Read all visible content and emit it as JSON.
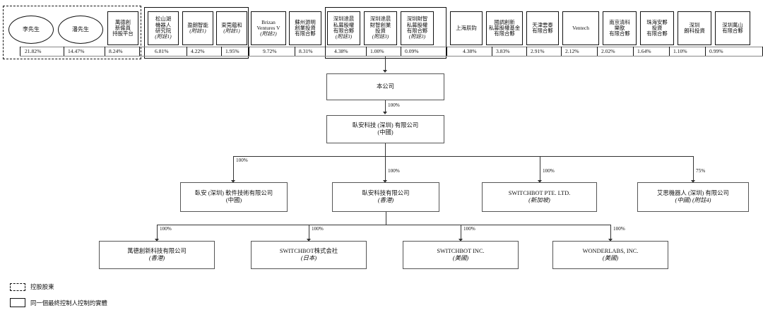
{
  "chart_data": {
    "type": "diagram",
    "title": "股權架構圖",
    "shareholders": [
      {
        "id": "li",
        "label": "李先生",
        "shape": "ellipse",
        "pct": "21.82%",
        "group": "controlling"
      },
      {
        "id": "pan",
        "label": "潘先生",
        "shape": "ellipse",
        "pct": "14.47%",
        "group": "controlling"
      },
      {
        "id": "esop",
        "lines": [
          "萬德創",
          "新僱員",
          "持股平台"
        ],
        "shape": "box",
        "pct": "8.24%",
        "group": "controlling"
      },
      {
        "id": "songshanhu",
        "lines": [
          "松山湖",
          "機器人",
          "研究院"
        ],
        "note": "(附註1)",
        "shape": "box",
        "pct": "6.81%",
        "group": "same-controller-a"
      },
      {
        "id": "yinglang",
        "lines": [
          "盈朗智能"
        ],
        "note": "(附註1)",
        "shape": "box",
        "pct": "4.22%",
        "group": "same-controller-a"
      },
      {
        "id": "dongguan",
        "lines": [
          "東莞蘊和"
        ],
        "note": "(附註1)",
        "shape": "box",
        "pct": "1.95%",
        "group": "same-controller-a"
      },
      {
        "id": "brizan",
        "lines": [
          "Brizan",
          "Ventures V"
        ],
        "note": "(附註2)",
        "shape": "box",
        "pct": "9.72%",
        "group": "none"
      },
      {
        "id": "suzhou",
        "lines": [
          "蘇州源明",
          "創業投資",
          "有限合夥"
        ],
        "note": "",
        "shape": "box",
        "pct": "8.31%",
        "group": "none"
      },
      {
        "id": "sz-dachen-pe",
        "lines": [
          "深圳達晨",
          "私募股權",
          "有限合夥"
        ],
        "note": "(附註3)",
        "shape": "box",
        "pct": "4.38%",
        "group": "same-controller-b"
      },
      {
        "id": "sz-dachen-caizhi",
        "lines": [
          "深圳達晨",
          "財智創業",
          "投資"
        ],
        "note": "(附註3)",
        "shape": "box",
        "pct": "1.00%",
        "group": "same-controller-b"
      },
      {
        "id": "sz-caizhi-pe",
        "lines": [
          "深圳財智",
          "私募股權",
          "有限合夥"
        ],
        "note": "(附註3)",
        "shape": "box",
        "pct": "0.09%",
        "group": "same-controller-b"
      },
      {
        "id": "shanghai-chenjun",
        "lines": [
          "上海辰鈞"
        ],
        "note": "",
        "shape": "box",
        "pct": "4.38%",
        "group": "none"
      },
      {
        "id": "guodiao",
        "lines": [
          "國調創新",
          "私募股權基金",
          "有限合夥"
        ],
        "note": "",
        "shape": "box",
        "pct": "3.83%",
        "group": "none"
      },
      {
        "id": "tianjin",
        "lines": [
          "天津雲泰",
          "有限合夥"
        ],
        "note": "",
        "shape": "box",
        "pct": "2.91%",
        "group": "none"
      },
      {
        "id": "ventech",
        "lines": [
          "Ventech"
        ],
        "note": "",
        "shape": "box",
        "pct": "2.12%",
        "group": "none"
      },
      {
        "id": "nanjing",
        "lines": [
          "南京清科",
          "樂歆",
          "有限合夥"
        ],
        "note": "",
        "shape": "box",
        "pct": "2.02%",
        "group": "none"
      },
      {
        "id": "zhuhai",
        "lines": [
          "珠海安夥",
          "投資",
          "有限合夥"
        ],
        "note": "",
        "shape": "box",
        "pct": "1.64%",
        "group": "none"
      },
      {
        "id": "sz-langke",
        "lines": [
          "深圳",
          "朗科投資"
        ],
        "note": "",
        "shape": "box",
        "pct": "1.10%",
        "group": "none"
      },
      {
        "id": "sz-wanshan",
        "lines": [
          "深圳萬山",
          "有限合夥"
        ],
        "note": "",
        "shape": "box",
        "pct": "0.99%",
        "group": "none"
      }
    ],
    "entities": [
      {
        "id": "company",
        "name": "本公司",
        "sub": "",
        "tier": 1
      },
      {
        "id": "woan-sz",
        "name": "臥安科技 (深圳) 有限公司",
        "sub": "(中國)",
        "tier": 2
      },
      {
        "id": "woan-sz-soft",
        "name": "臥安 (深圳) 軟件技術有限公司",
        "sub": "(中國)",
        "tier": 3
      },
      {
        "id": "woan-hk",
        "name": "臥安科技有限公司",
        "sub": "(香港)",
        "tier": 3
      },
      {
        "id": "switchbot-pte",
        "name": "SWITCHBOT PTE. LTD.",
        "sub": "(新加坡)",
        "tier": 3
      },
      {
        "id": "aisi",
        "name": "艾思機器人 (深圳) 有限公司",
        "sub": "(中國) (附註4)",
        "tier": 3
      },
      {
        "id": "wande",
        "name": "萬德創新科技有限公司",
        "sub": "(香港)",
        "tier": 4
      },
      {
        "id": "switchbot-jp",
        "name": "SWITCHBOT株式会社",
        "sub": "(日本)",
        "tier": 4
      },
      {
        "id": "switchbot-inc",
        "name": "SWITCHBOT INC.",
        "sub": "(美國)",
        "tier": 4
      },
      {
        "id": "wonderlabs",
        "name": "WONDERLABS, INC.",
        "sub": "(美國)",
        "tier": 4
      }
    ],
    "edges": [
      {
        "from": "shareholders",
        "to": "company",
        "label": ""
      },
      {
        "from": "company",
        "to": "woan-sz",
        "label": "100%"
      },
      {
        "from": "woan-sz",
        "to": "woan-sz-soft",
        "label": "100%"
      },
      {
        "from": "woan-sz",
        "to": "woan-hk",
        "label": "100%"
      },
      {
        "from": "woan-sz",
        "to": "switchbot-pte",
        "label": "100%"
      },
      {
        "from": "woan-sz",
        "to": "aisi",
        "label": "75%"
      },
      {
        "from": "woan-hk",
        "to": "wande",
        "label": "100%"
      },
      {
        "from": "woan-hk",
        "to": "switchbot-jp",
        "label": "100%"
      },
      {
        "from": "woan-hk",
        "to": "switchbot-inc",
        "label": "100%"
      },
      {
        "from": "woan-hk",
        "to": "wonderlabs",
        "label": "100%"
      }
    ]
  },
  "shareholders": {
    "li": {
      "label": "李先生",
      "pct": "21.82%"
    },
    "pan": {
      "label": "潘先生",
      "pct": "14.47%"
    },
    "esop": {
      "l1": "萬德創",
      "l2": "新僱員",
      "l3": "持股平台",
      "pct": "8.24%"
    },
    "songshanhu": {
      "l1": "松山湖",
      "l2": "機器人",
      "l3": "研究院",
      "note": "(附註1)",
      "pct": "6.81%"
    },
    "yinglang": {
      "l1": "盈朗智能",
      "note": "(附註1)",
      "pct": "4.22%"
    },
    "dongguan": {
      "l1": "東莞蘊和",
      "note": "(附註1)",
      "pct": "1.95%"
    },
    "brizan": {
      "l1": "Brizan",
      "l2": "Ventures V",
      "note": "(附註2)",
      "pct": "9.72%"
    },
    "suzhou": {
      "l1": "蘇州源明",
      "l2": "創業投資",
      "l3": "有限合夥",
      "pct": "8.31%"
    },
    "szDachenPe": {
      "l1": "深圳達晨",
      "l2": "私募股權",
      "l3": "有限合夥",
      "note": "(附註3)",
      "pct": "4.38%"
    },
    "szDachenCz": {
      "l1": "深圳達晨",
      "l2": "財智創業",
      "l3": "投資",
      "note": "(附註3)",
      "pct": "1.00%"
    },
    "szCzPe": {
      "l1": "深圳財智",
      "l2": "私募股權",
      "l3": "有限合夥",
      "note": "(附註3)",
      "pct": "0.09%"
    },
    "shanghaiChenjun": {
      "l1": "上海辰鈞",
      "pct": "4.38%"
    },
    "guodiao": {
      "l1": "國調創新",
      "l2": "私募股權基金",
      "l3": "有限合夥",
      "pct": "3.83%"
    },
    "tianjin": {
      "l1": "天津雲泰",
      "l2": "有限合夥",
      "pct": "2.91%"
    },
    "ventech": {
      "l1": "Ventech",
      "pct": "2.12%"
    },
    "nanjing": {
      "l1": "南京清科",
      "l2": "樂歆",
      "l3": "有限合夥",
      "pct": "2.02%"
    },
    "zhuhai": {
      "l1": "珠海安夥",
      "l2": "投資",
      "l3": "有限合夥",
      "pct": "1.64%"
    },
    "szLangke": {
      "l1": "深圳",
      "l2": "朗科投資",
      "pct": "1.10%"
    },
    "szWanshan": {
      "l1": "深圳萬山",
      "l2": "有限合夥",
      "pct": "0.99%"
    }
  },
  "entities": {
    "company": {
      "name": "本公司"
    },
    "woanSz": {
      "name": "臥安科技 (深圳) 有限公司",
      "sub": "(中國)"
    },
    "woanSzSoft": {
      "name": "臥安 (深圳) 軟件技術有限公司",
      "sub": "(中國)"
    },
    "woanHk": {
      "name": "臥安科技有限公司",
      "sub": "(香港)"
    },
    "switchbotPte": {
      "name": "SWITCHBOT PTE. LTD.",
      "sub": "(新加坡)"
    },
    "aisi": {
      "name": "艾思機器人 (深圳) 有限公司",
      "sub": "(中國) (附註4)"
    },
    "wande": {
      "name": "萬德創新科技有限公司",
      "sub": "(香港)"
    },
    "switchbotJp": {
      "name": "SWITCHBOT株式会社",
      "sub": "(日本)"
    },
    "switchbotInc": {
      "name": "SWITCHBOT INC.",
      "sub": "(美國)"
    },
    "wonderlabs": {
      "name": "WONDERLABS, INC.",
      "sub": "(美國)"
    }
  },
  "edge_labels": {
    "toWoanSz": "100%",
    "toWoanSzSoft": "100%",
    "toWoanHk": "100%",
    "toSwitchbotPte": "100%",
    "toAisi": "75%",
    "toWande": "100%",
    "toSwitchbotJp": "100%",
    "toSwitchbotInc": "100%",
    "toWonderlabs": "100%"
  },
  "legend": {
    "controlling": "控股股東",
    "same_controller": "同一個最終控制人控制的實體"
  },
  "colors": {
    "line": "#333333",
    "border": "#111111",
    "box_border": "#555555",
    "background": "#ffffff"
  }
}
